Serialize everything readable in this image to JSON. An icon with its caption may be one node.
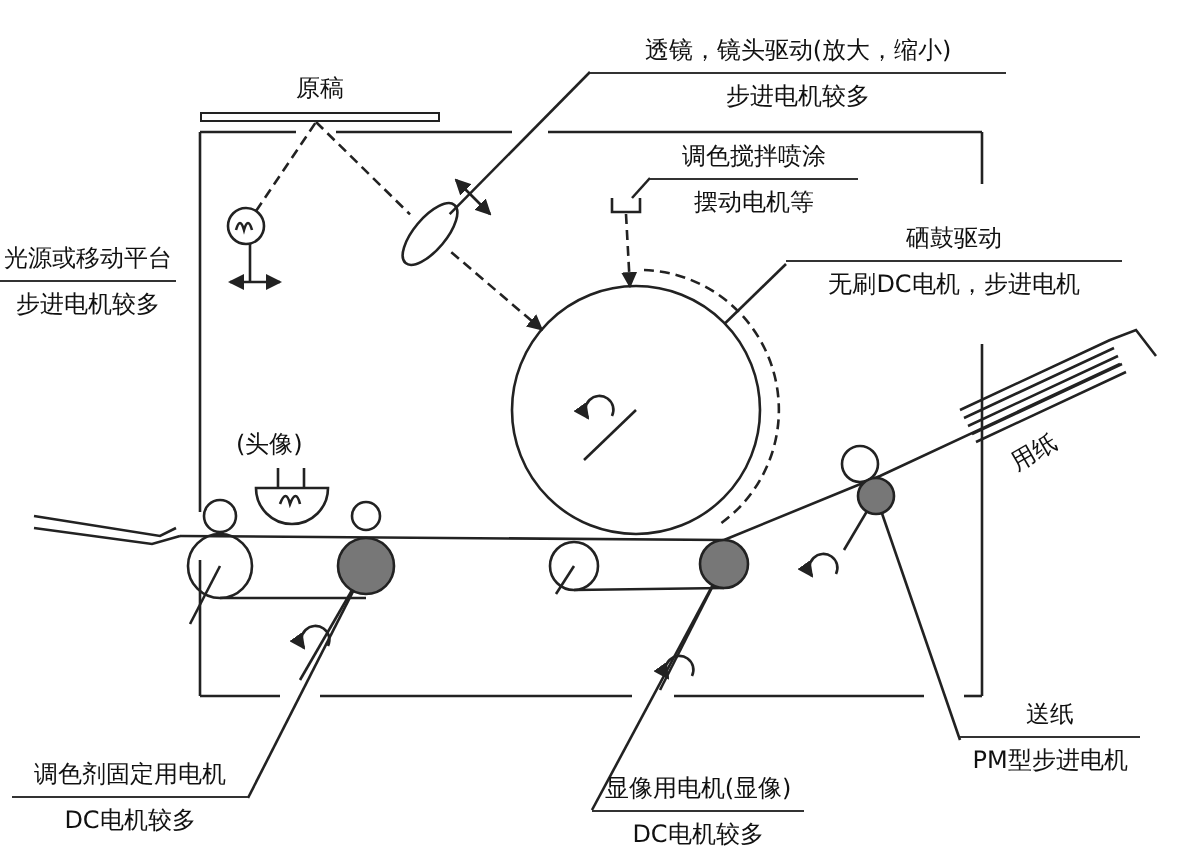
{
  "diagram": {
    "nodes": [
      {
        "text": [
          "原稿"
        ]
      },
      {
        "text": [
          "透镜，镜头驱动(放大，缩小)",
          "步进电机较多"
        ]
      },
      {
        "text": [],
        "shape": "ellipse"
      },
      {
        "text": [],
        "shape": "circle"
      },
      {
        "text": [
          "光源或移动平台",
          "步进电机较多"
        ]
      },
      {
        "text": [
          "调色搅拌喷涂",
          "摆动电机等"
        ]
      },
      {
        "text": [],
        "shape": "box"
      },
      {
        "text": [
          "硒鼓驱动",
          "无刷DC电机，步进电机"
        ]
      },
      {
        "text": [],
        "shape": "circle"
      },
      {
        "text": [],
        "shape": "circle"
      },
      {
        "text": [],
        "shape": "circle"
      },
      {
        "text": [],
        "shape": "circle"
      },
      {
        "text": [
          "调色剂固定用电机",
          "DC电机较多"
        ]
      },
      {
        "text": [
          "显像用电机(显像)",
          "DC电机较多"
        ]
      },
      {
        "text": [
          "送纸",
          "PM型步进电机"
        ]
      }
    ],
    "edges": [
      {
        "from": 3,
        "to": 0,
        "arrow": "none",
        "style": "dashed"
      },
      {
        "from": 0,
        "to": 2,
        "arrow": "none",
        "style": "dashed"
      },
      {
        "from": 2,
        "to": 8,
        "arrow": "to",
        "style": "dashed"
      },
      {
        "from": 6,
        "to": 8,
        "arrow": "to",
        "style": "dashed"
      },
      {
        "from": 1,
        "to": 2,
        "arrow": "none"
      },
      {
        "from": 5,
        "to": 6,
        "arrow": "none"
      },
      {
        "from": 7,
        "to": 8,
        "arrow": "none"
      },
      {
        "from": 12,
        "to": 9,
        "arrow": "none"
      },
      {
        "from": 13,
        "to": 10,
        "arrow": "none"
      },
      {
        "from": 14,
        "to": 11,
        "arrow": "none"
      }
    ],
    "labels": [
      "(头像)",
      "用纸"
    ]
  }
}
